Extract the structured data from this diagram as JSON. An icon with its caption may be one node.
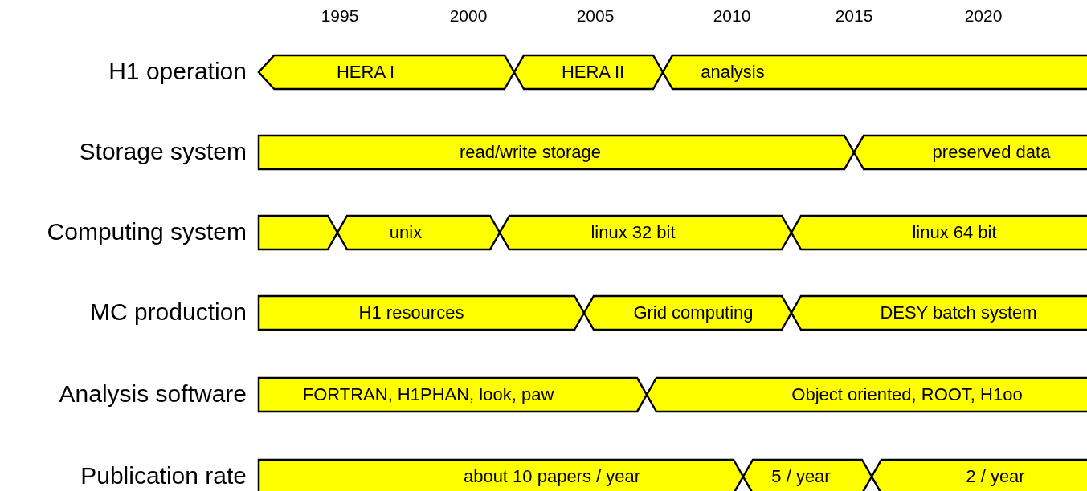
{
  "diagram": {
    "nodes": [
      {
        "text": [
          "HERA I"
        ]
      },
      {
        "text": [
          "HERA II"
        ]
      },
      {
        "text": [
          "analysis"
        ]
      },
      {
        "text": [
          "read/write storage"
        ]
      },
      {
        "text": [
          "preserved data"
        ]
      },
      {
        "text": [],
        "shape": "bar"
      },
      {
        "text": [
          "unix"
        ]
      },
      {
        "text": [
          "linux 32 bit"
        ]
      },
      {
        "text": [
          "linux 64 bit"
        ]
      },
      {
        "text": [
          "H1 resources"
        ]
      },
      {
        "text": [
          "Grid computing"
        ]
      },
      {
        "text": [
          "DESY batch system"
        ]
      },
      {
        "text": [
          "FORTRAN, H1PHAN, look, paw"
        ]
      },
      {
        "text": [
          "Object oriented, ROOT, H1oo"
        ]
      },
      {
        "text": [
          "about 10 papers / year"
        ]
      },
      {
        "text": [
          "5 / year"
        ]
      },
      {
        "text": [
          "2 / year"
        ]
      }
    ],
    "edges": [],
    "labels": [
      "1995",
      "2000",
      "2005",
      "2010",
      "2015",
      "2020",
      "H1 operation",
      "Storage system",
      "Computing system",
      "MC production",
      "Analysis software",
      "Publication rate"
    ]
  }
}
